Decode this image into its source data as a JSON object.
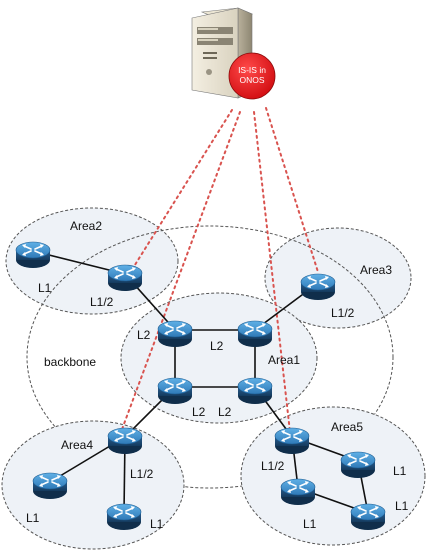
{
  "server": {
    "icon": "server-icon",
    "badge_line1": "IS-IS in",
    "badge_line2": "ONOS",
    "badge_color": "#e8161a"
  },
  "areas": {
    "area2": "Area2",
    "area3": "Area3",
    "area1": "Area1",
    "area4": "Area4",
    "area5": "Area5",
    "backbone": "backbone"
  },
  "router_labels": {
    "area2_l1": "L1",
    "area2_l12": "L1/2",
    "area3_l12": "L1/2",
    "bb_top_left_l2": "L2",
    "bb_top_mid_l2": "L2",
    "bb_bottom_left_l2": "L2",
    "bb_bottom_right_l2": "L2",
    "area4_l12": "L1/2",
    "area4_left_l1": "L1",
    "area4_bottom_l1": "L1",
    "area5_l12": "L1/2",
    "area5_right_top_l1": "L1",
    "area5_bottom_l1": "L1",
    "area5_bottom_right_l1": "L1"
  },
  "colors": {
    "area_fill": "#eef2f7",
    "router_body": "#1f4e78",
    "router_top": "#3a8bc7",
    "dotted_link": "#d9534f",
    "area_border": "#555555"
  }
}
